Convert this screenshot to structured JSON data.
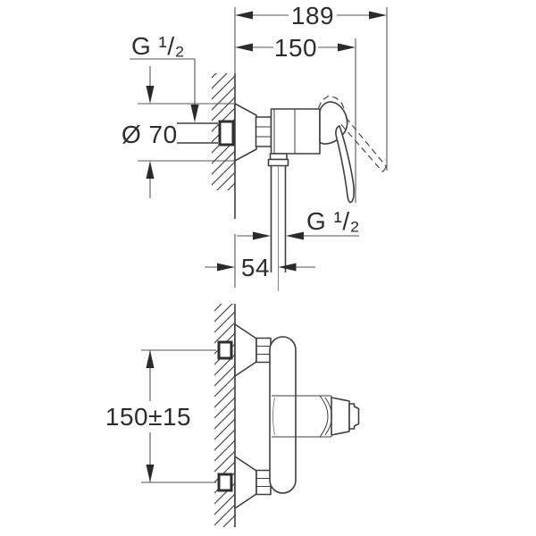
{
  "drawing": {
    "type": "installation-dimension-drawing",
    "background": "#ffffff",
    "line_color": "#3f3f3f",
    "dimension_line_color": "#565656",
    "text_color": "#2d2d2d",
    "views": [
      "side-view",
      "front-view"
    ]
  },
  "dims": {
    "total_depth": "189",
    "depth_to_handle": "150",
    "inlet_thread": "G ¹/₂",
    "escutcheon_dia": "Ø 70",
    "outlet_thread": "G ¹/₂",
    "outlet_wall_offset": "54",
    "inlet_spacing": "150±15"
  }
}
